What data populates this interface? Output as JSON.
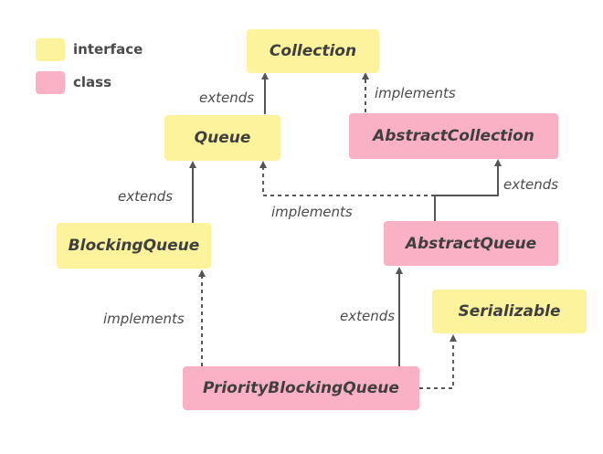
{
  "legend": {
    "interface": {
      "label": "interface",
      "color": "#fdf39c"
    },
    "class": {
      "label": "class",
      "color": "#fbb1c5"
    }
  },
  "nodes": {
    "collection": {
      "label": "Collection",
      "kind": "interface"
    },
    "queue": {
      "label": "Queue",
      "kind": "interface"
    },
    "abstract_collection": {
      "label": "AbstractCollection",
      "kind": "class"
    },
    "blocking_queue": {
      "label": "BlockingQueue",
      "kind": "interface"
    },
    "abstract_queue": {
      "label": "AbstractQueue",
      "kind": "class"
    },
    "serializable": {
      "label": "Serializable",
      "kind": "interface"
    },
    "priority_blocking_queue": {
      "label": "PriorityBlockingQueue",
      "kind": "class"
    }
  },
  "edges": {
    "queue_to_collection": {
      "label": "extends",
      "style": "solid"
    },
    "abstract_collection_to_collection": {
      "label": "implements",
      "style": "dashed"
    },
    "abstract_queue_to_queue": {
      "label": "implements",
      "style": "dashed"
    },
    "abstract_queue_to_abstract_collection": {
      "label": "extends",
      "style": "solid"
    },
    "blocking_queue_to_queue": {
      "label": "extends",
      "style": "solid"
    },
    "pbq_to_blocking_queue": {
      "label": "implements",
      "style": "dashed"
    },
    "pbq_to_abstract_queue": {
      "label": "extends",
      "style": "solid"
    },
    "pbq_to_serializable": {
      "label": "",
      "style": "dashed"
    }
  },
  "colors": {
    "line": "#555555"
  }
}
